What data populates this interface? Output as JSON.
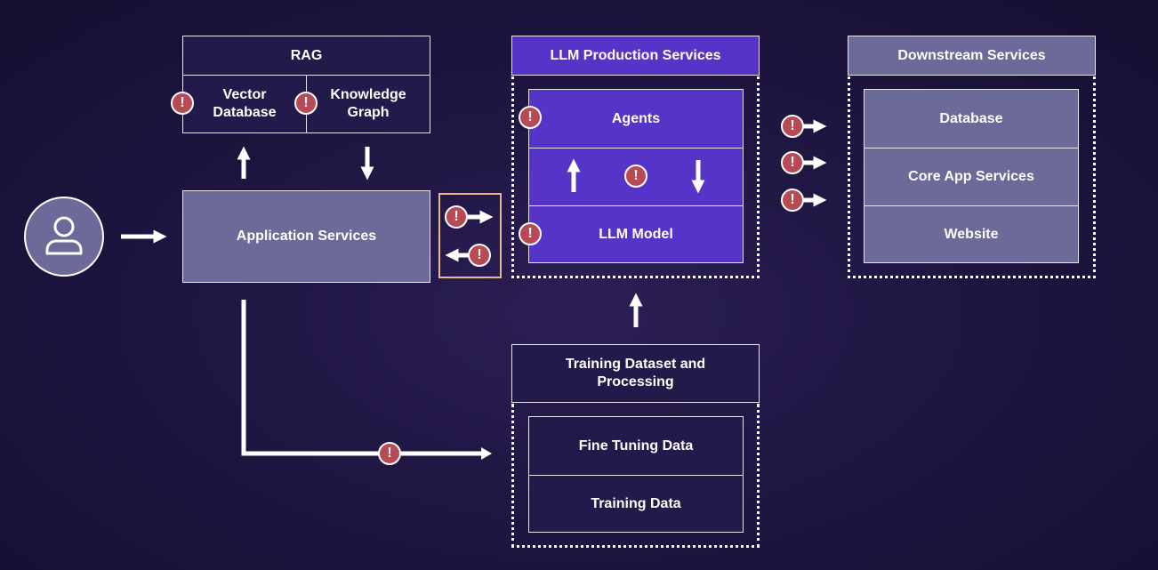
{
  "rag": {
    "title": "RAG",
    "vector_db": "Vector Database",
    "knowledge_graph": "Knowledge Graph"
  },
  "application_services": "Application Services",
  "llm_production": {
    "title": "LLM Production Services",
    "agents": "Agents",
    "llm_model": "LLM Model"
  },
  "downstream": {
    "title": "Downstream Services",
    "items": [
      "Database",
      "Core App Services",
      "Website"
    ]
  },
  "training": {
    "title": "Training Dataset and Processing",
    "fine_tuning": "Fine Tuning Data",
    "training_data": "Training Data"
  },
  "icons": {
    "user": "user-icon",
    "warning": "warning-icon",
    "warning_symbol": "!"
  },
  "colors": {
    "background": "#1f1642",
    "llm_purple": "#5634c8",
    "slate_box": "#6b6a98",
    "dark_box": "#231a4c",
    "warning_red": "#b84a55",
    "gateway_border": "#e8b98c"
  }
}
